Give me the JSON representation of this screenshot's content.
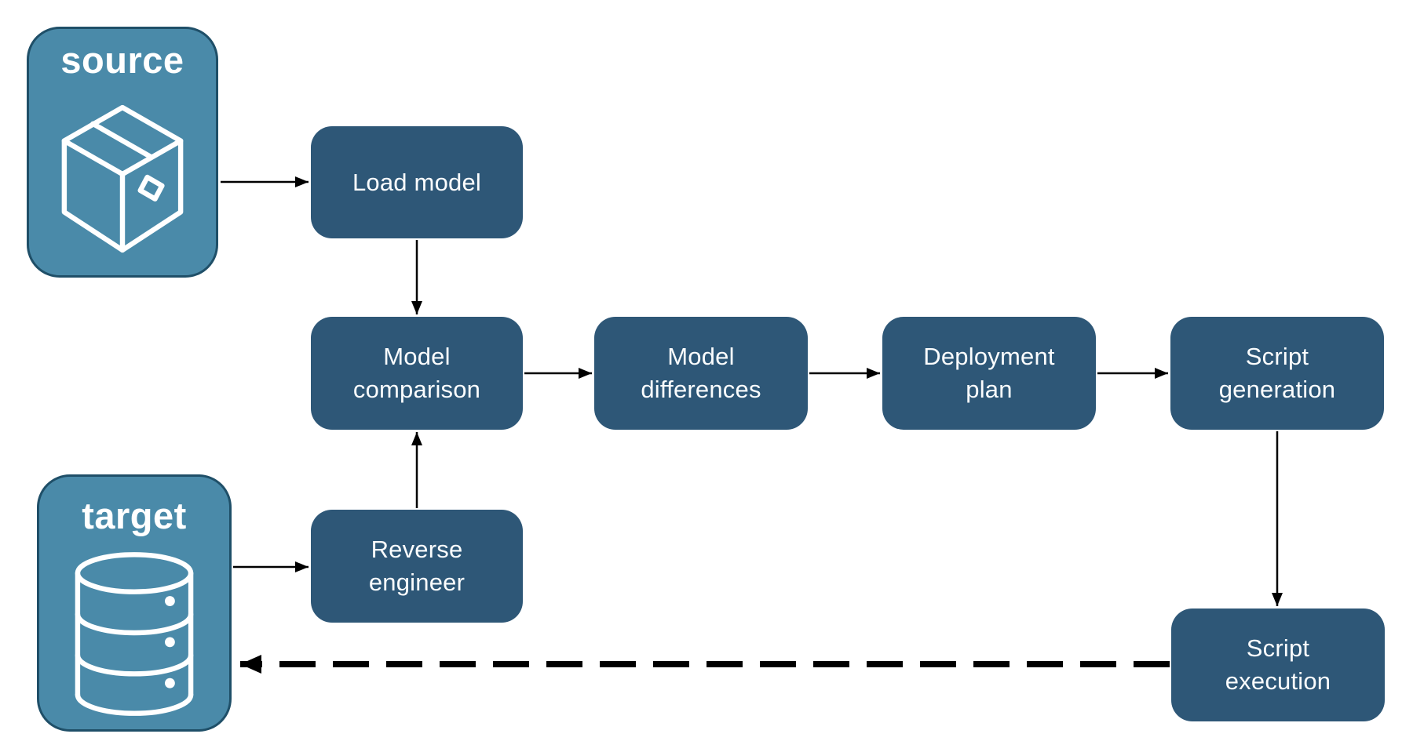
{
  "diagram": {
    "containers": {
      "source": {
        "label": "source",
        "icon": "package-icon"
      },
      "target": {
        "label": "target",
        "icon": "database-icon"
      }
    },
    "nodes": {
      "load_model": {
        "label": "Load model"
      },
      "model_comparison": {
        "label": "Model\ncomparison"
      },
      "model_differences": {
        "label": "Model\ndifferences"
      },
      "deployment_plan": {
        "label": "Deployment\nplan"
      },
      "script_generation": {
        "label": "Script\ngeneration"
      },
      "reverse_engineer": {
        "label": "Reverse\nengineer"
      },
      "script_execution": {
        "label": "Script\nexecution"
      }
    },
    "edges": [
      {
        "from": "source",
        "to": "load_model",
        "style": "solid"
      },
      {
        "from": "load_model",
        "to": "model_comparison",
        "style": "solid"
      },
      {
        "from": "model_comparison",
        "to": "model_differences",
        "style": "solid"
      },
      {
        "from": "model_differences",
        "to": "deployment_plan",
        "style": "solid"
      },
      {
        "from": "deployment_plan",
        "to": "script_generation",
        "style": "solid"
      },
      {
        "from": "script_generation",
        "to": "script_execution",
        "style": "solid"
      },
      {
        "from": "target",
        "to": "reverse_engineer",
        "style": "solid"
      },
      {
        "from": "reverse_engineer",
        "to": "model_comparison",
        "style": "solid"
      },
      {
        "from": "script_execution",
        "to": "target",
        "style": "dashed"
      }
    ],
    "colors": {
      "node_fill": "#2e5777",
      "node_text": "#ffffff",
      "container_fill": "#4a8aa9",
      "container_border": "#1f4f68",
      "arrow": "#000000",
      "background": "#ffffff"
    }
  }
}
